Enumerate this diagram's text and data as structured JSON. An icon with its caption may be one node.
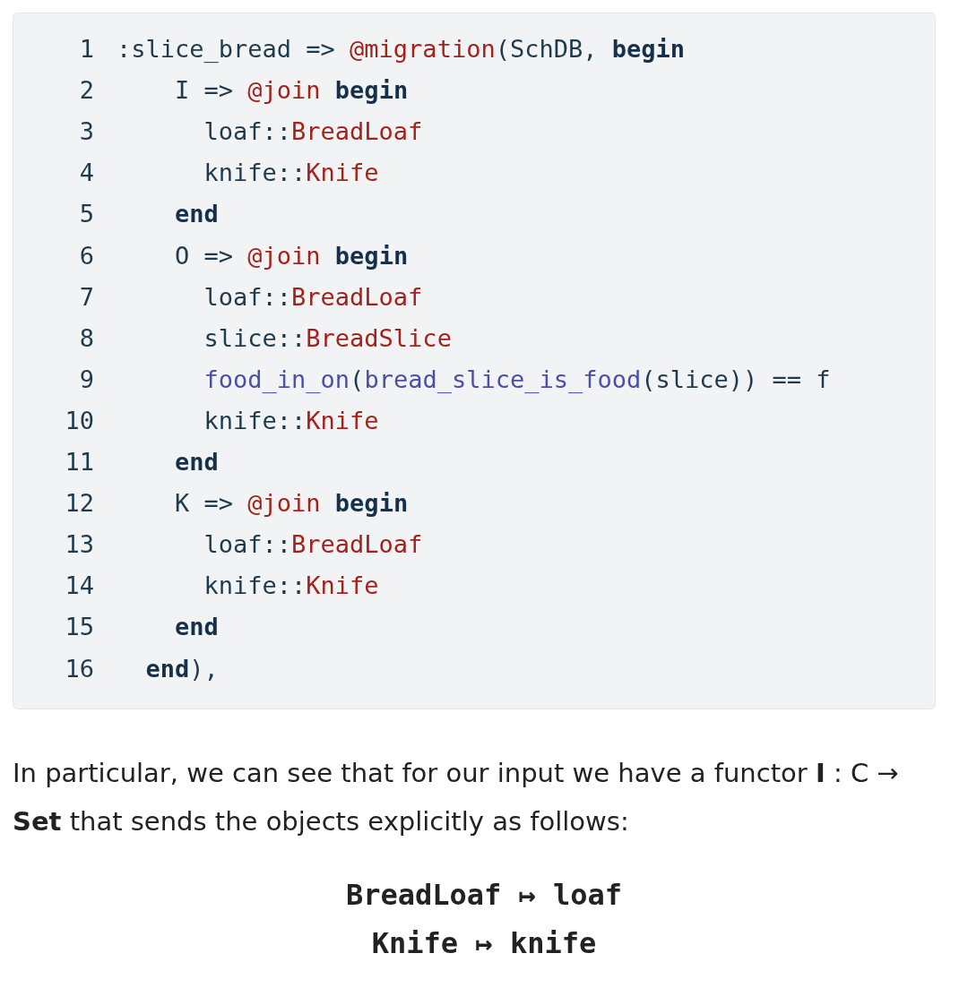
{
  "diagram": {
    "labels": [
      "1",
      ":slice_bread => @migration(SchDB, **begin**",
      "2",
      "    I => @join **begin**",
      "3",
      "      loaf::BreadLoaf",
      "4",
      "      knife::Knife",
      "5",
      "    **end**",
      "6",
      "    O => @join **begin**",
      "7",
      "      loaf::BreadLoaf",
      "8",
      "      slice::BreadSlice",
      "9",
      "      food_in_on(bread_slice_is_food(slice)) == f",
      "10",
      "      knife::Knife",
      "11",
      "    **end**",
      "12",
      "    K => @join **begin**",
      "13",
      "      loaf::BreadLoaf",
      "14",
      "      knife::Knife",
      "15",
      "    **end**",
      "16",
      "  **end**),",
      "In particular, we can see that for our input we have a functor **I** : C → **Set** that sends the objects explicitly as follows:",
      "BreadLoaf ↦ loaf",
      "Knife ↦ knife"
    ]
  }
}
